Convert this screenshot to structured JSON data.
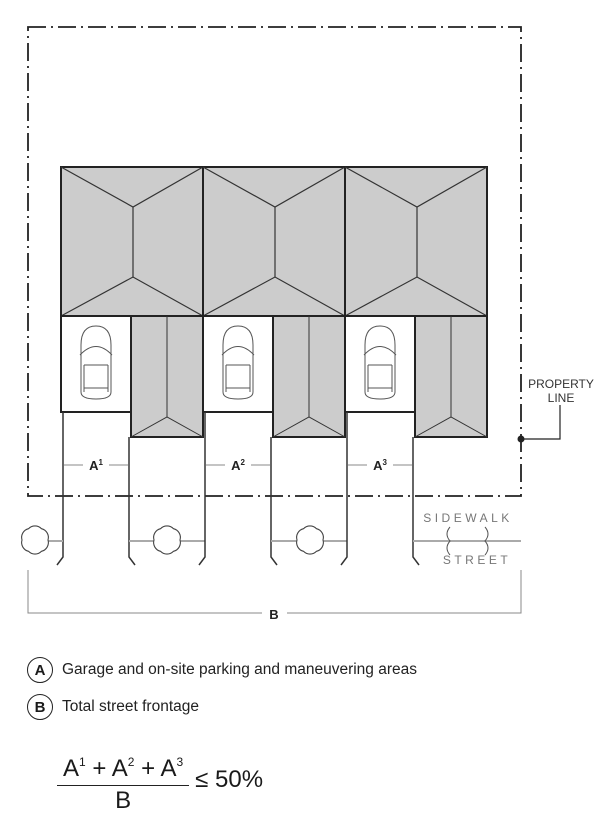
{
  "labels": {
    "property_line": [
      "PROPERTY",
      "LINE"
    ],
    "sidewalk": "SIDEWALK",
    "street": "STREET",
    "frontage_dimension": "B"
  },
  "units": [
    {
      "dimension_letter": "A",
      "dimension_index": "1"
    },
    {
      "dimension_letter": "A",
      "dimension_index": "2"
    },
    {
      "dimension_letter": "A",
      "dimension_index": "3"
    }
  ],
  "legend": [
    {
      "badge": "A",
      "text": "Garage and on-site parking and maneuvering areas"
    },
    {
      "badge": "B",
      "text": "Total street frontage"
    }
  ],
  "formula": {
    "terms": [
      {
        "letter": "A",
        "index": "1"
      },
      {
        "letter": "A",
        "index": "2"
      },
      {
        "letter": "A",
        "index": "3"
      }
    ],
    "operator": "+",
    "denominator": "B",
    "relation": "≤ 50%"
  },
  "colors": {
    "roof": "#cccccc",
    "line": "#222222",
    "light_line": "#999999",
    "sidewalk_line": "#aaaaaa"
  }
}
